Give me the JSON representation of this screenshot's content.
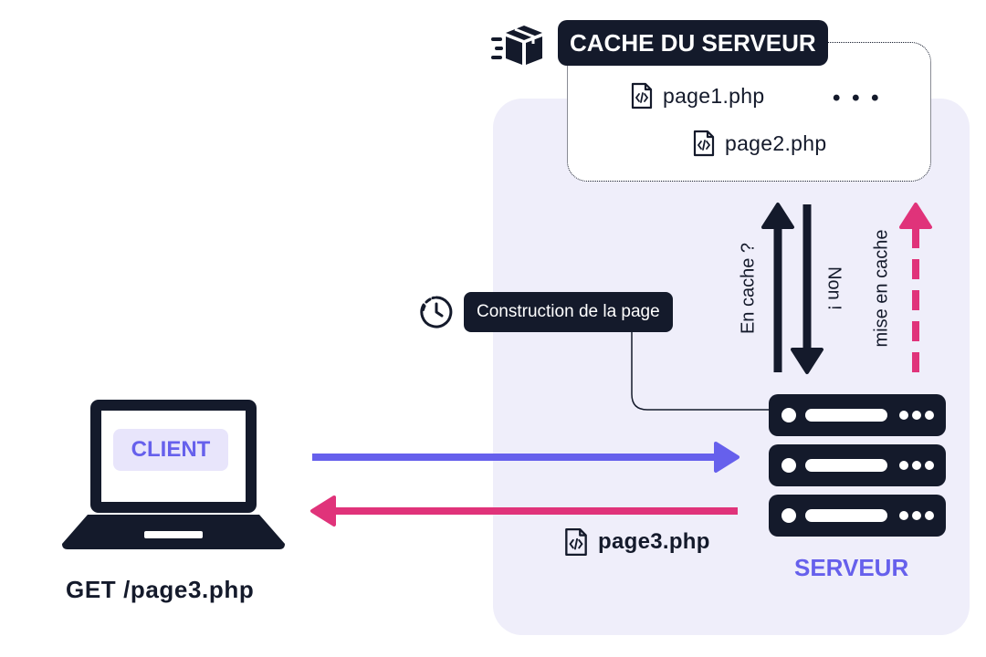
{
  "cache": {
    "title": "CACHE DU SERVEUR",
    "files": [
      "page1.php",
      "page2.php"
    ],
    "more": "• • •",
    "icon": "package-delivery-icon"
  },
  "server": {
    "label": "SERVEUR",
    "icon": "server-rack-icon"
  },
  "client": {
    "label": "CLIENT",
    "request": "GET /page3.php",
    "icon": "laptop-icon"
  },
  "response": {
    "file": "page3.php",
    "icon": "code-file-icon"
  },
  "build": {
    "label": "Construction de la page",
    "icon": "clock-icon"
  },
  "flow_labels": {
    "cache_check": "En cache ?",
    "no": "Non !",
    "store": "mise en cache"
  },
  "colors": {
    "dark": "#141a2b",
    "request_arrow": "#6660ec",
    "response_arrow": "#e0337a",
    "server_zone": "#efeefa",
    "client_badge": "#e8e5fb"
  }
}
